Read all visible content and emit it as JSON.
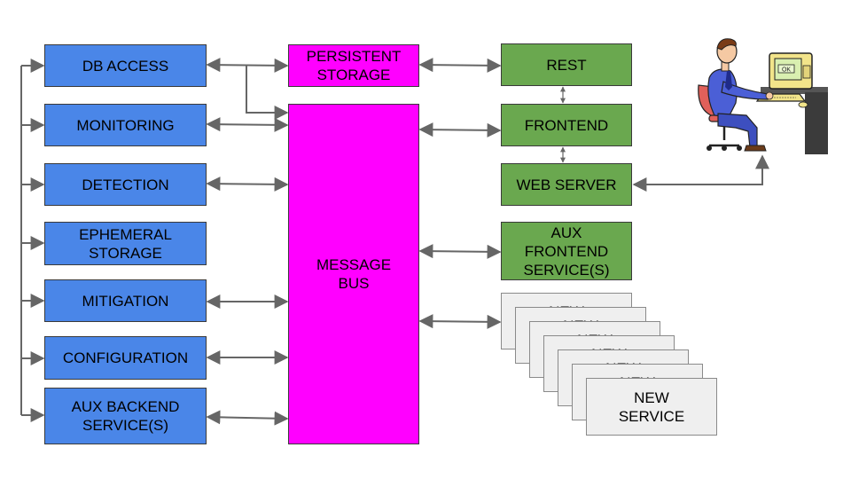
{
  "backend": {
    "db_access": "DB ACCESS",
    "monitoring": "MONITORING",
    "detection": "DETECTION",
    "ephemeral_storage": "EPHEMERAL\nSTORAGE",
    "mitigation": "MITIGATION",
    "configuration": "CONFIGURATION",
    "aux_backend": "AUX BACKEND\nSERVICE(S)"
  },
  "core": {
    "persistent_storage": "PERSISTENT\nSTORAGE",
    "message_bus": "MESSAGE\nBUS"
  },
  "frontend": {
    "rest": "REST",
    "frontend": "FRONTEND",
    "web_server": "WEB SERVER",
    "aux_frontend": "AUX\nFRONTEND\nSERVICE(S)"
  },
  "new_services": {
    "stack_partial_label": "NEW",
    "front_label": "NEW\nSERVICE"
  },
  "user": {
    "monitor_text": "OK"
  },
  "colors": {
    "backend_box": "#4a86e8",
    "frontend_box": "#6aa84f",
    "core_box": "#ff00ff",
    "new_service_box": "#efefef",
    "connector": "#666666"
  }
}
